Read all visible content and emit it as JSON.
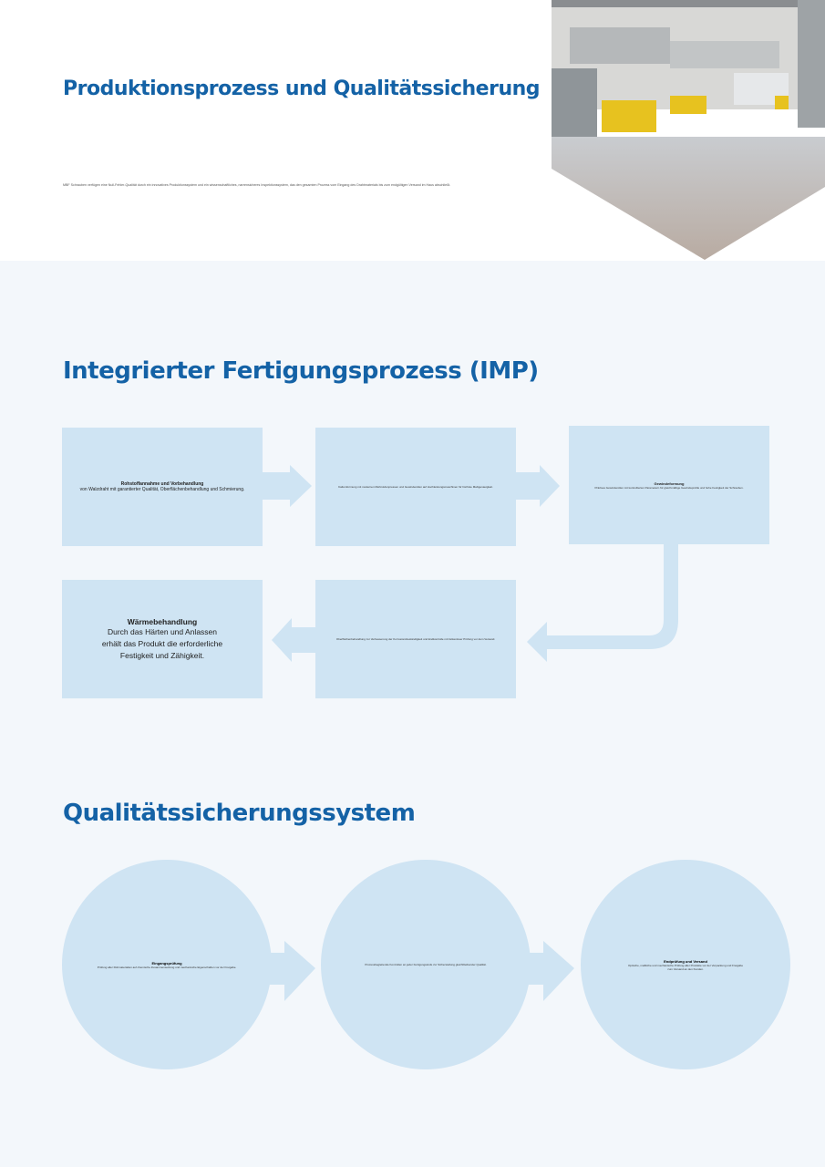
{
  "header": {
    "title": "Produktionsprozess und Qualitätssicherung",
    "intro": "MBF Schrauben verfügen eine Null-Fehler-Qualität durch ein innovatives Produktionssystem und ein wissenschaftliches, narrensicheres Inspektionssystem, das den gesamten Prozess vom Eingang des Drahtmaterials bis zum endgültigen Versand im Haus abschließt."
  },
  "imp": {
    "title": "Integrierter Fertigungsprozess (IMP)",
    "steps": [
      {
        "title": "Rohstoffannahme und Vorbehandlung",
        "text": "von Walzdraht mit garantierter Qualität, Oberflächenbehandlung und Schmierung."
      },
      {
        "title": "",
        "text": "Kaltumformung mit modernen Mehrstufenpressen und Gewinderollen auf Hochleistungsmaschinen für höchste Maßgenauigkeit."
      },
      {
        "title": "Gewindeformung",
        "text": "Präzises Gewinderollen mit kontrollierten Parametern für gleichmäßige Gewindeprofile und hohe Festigkeit der Schrauben."
      },
      {
        "title": "Wärmebehandlung",
        "text": "Durch das Härten und Anlassen erhält das Produkt die erforderliche Festigkeit und Zähigkeit."
      },
      {
        "title": "",
        "text": "Oberflächenbehandlung zur Verbesserung der Korrosionsbeständigkeit und Endkontrolle mit lückenloser Prüfung vor dem Versand."
      }
    ]
  },
  "qs": {
    "title": "Qualitätssicherungssystem",
    "items": [
      {
        "title": "Eingangsprüfung",
        "text": "Prüfung aller Rohmaterialien auf chemische Zusammensetzung und mechanische Eigenschaften vor der Freigabe."
      },
      {
        "title": "",
        "text": "Prozessbegleitende Kontrollen an jeder Fertigungsstufe zur Sicherstellung gleichbleibender Qualität."
      },
      {
        "title": "Endprüfung und Versand",
        "text": "Optische, maßliche und mechanische Prüfung aller Produkte vor der Verpackung und Freigabe",
        "text2": "zum Versand an den Kunden."
      }
    ]
  },
  "colors": {
    "accent": "#1462a6",
    "box": "#cfe4f3",
    "background": "#f3f7fb"
  }
}
